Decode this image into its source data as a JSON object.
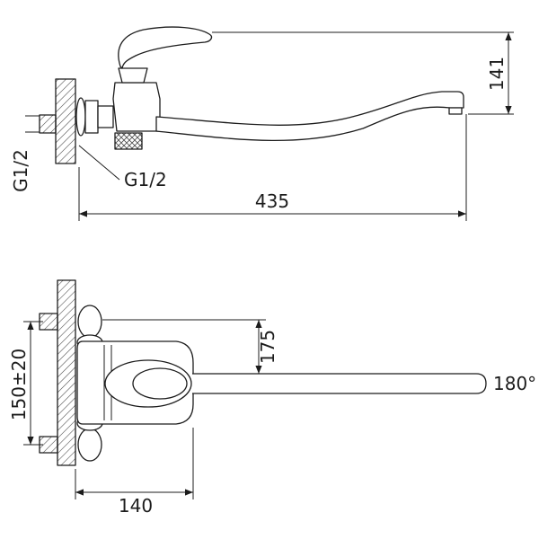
{
  "drawing": {
    "side_view": {
      "dim_length": "435",
      "dim_height": "141",
      "thread_supply": "G1/2",
      "thread_shower": "G1/2"
    },
    "front_view": {
      "dim_spout_offset": "175",
      "dim_supply_spacing": "150±20",
      "dim_body_width": "140",
      "swivel_angle": "180°"
    },
    "colors": {
      "line": "#1c1c1c",
      "background": "#ffffff"
    }
  }
}
